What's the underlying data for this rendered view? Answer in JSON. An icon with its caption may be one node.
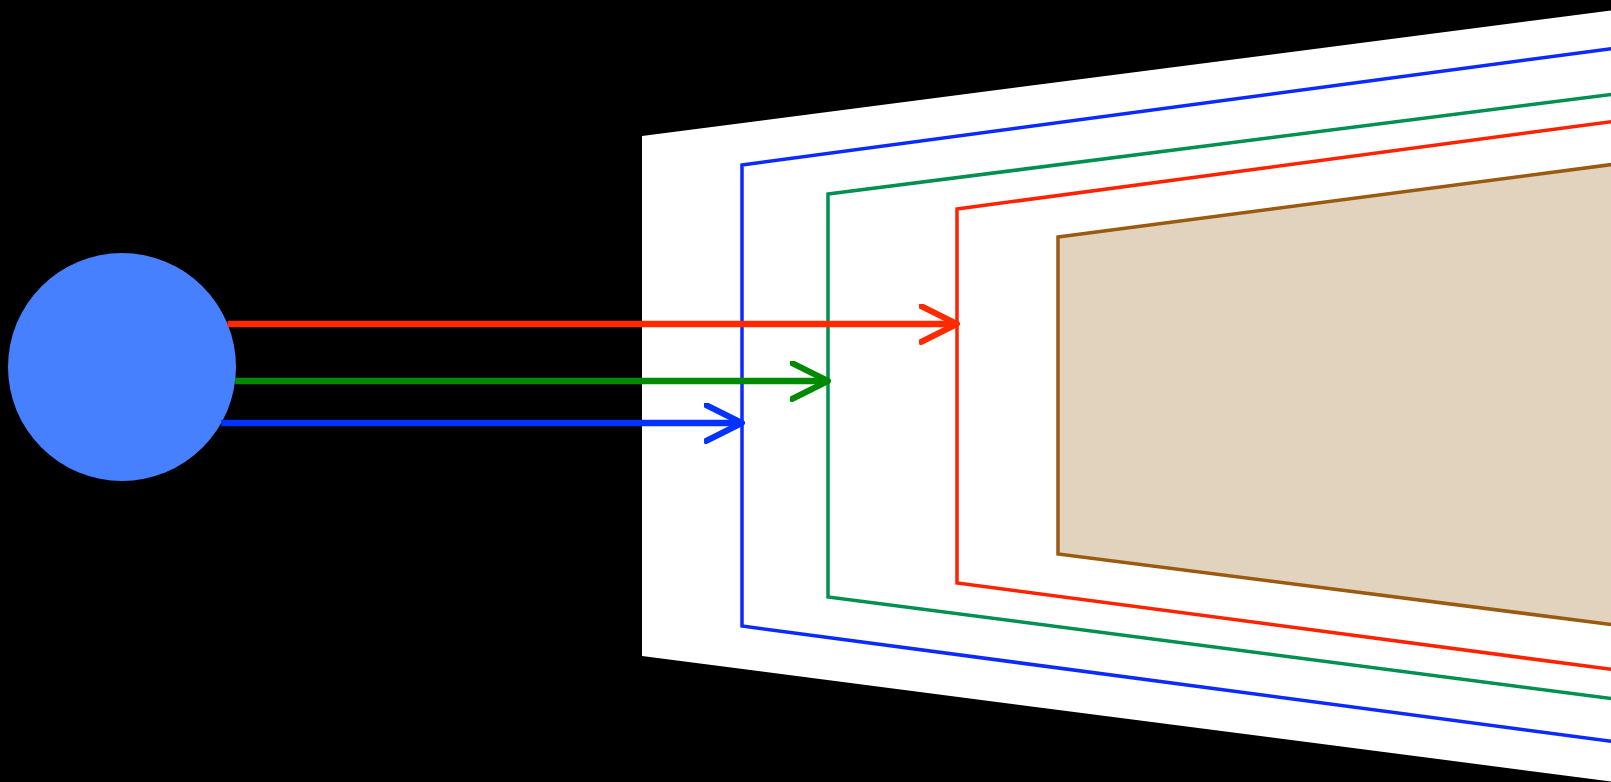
{
  "diagram": {
    "nodes": [
      {
        "text": [],
        "shape": "circle"
      },
      {
        "text": [],
        "shape": "box"
      },
      {
        "text": [],
        "shape": "box",
        "in": 1
      },
      {
        "text": [],
        "shape": "box",
        "in": 2
      },
      {
        "text": [],
        "shape": "box",
        "in": 3
      },
      {
        "text": [],
        "shape": "box",
        "in": 4
      }
    ],
    "edges": [
      {
        "from": 0,
        "to": 2,
        "arrow": "to",
        "color": "#0033ff"
      },
      {
        "from": 0,
        "to": 3,
        "arrow": "to",
        "color": "#008a00"
      },
      {
        "from": 0,
        "to": 4,
        "arrow": "to",
        "color": "#ff2a00"
      }
    ]
  }
}
